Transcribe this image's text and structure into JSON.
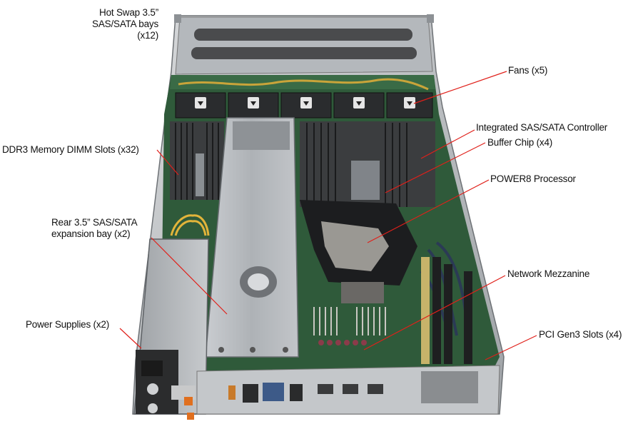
{
  "labels": {
    "hot_swap": [
      "Hot Swap 3.5”",
      "SAS/SATA bays",
      "(x12)"
    ],
    "fans": "Fans (x5)",
    "sas_controller": "Integrated SAS/SATA Controller",
    "buffer_chip": "Buffer Chip (x4)",
    "ddr3": "DDR3 Memory DIMM Slots (x32)",
    "power8": "POWER8 Processor",
    "rear_bay": [
      "Rear 3.5” SAS/SATA",
      "expansion bay (x2)"
    ],
    "network": "Network Mezzanine",
    "power_supplies": "Power Supplies (x2)",
    "pci": "PCI Gen3 Slots (x4)"
  },
  "colors": {
    "callout_line": "#e0201a",
    "chassis": "#b9bcbf",
    "pcb": "#2f5a3a",
    "fan": "#2a2c2e"
  }
}
